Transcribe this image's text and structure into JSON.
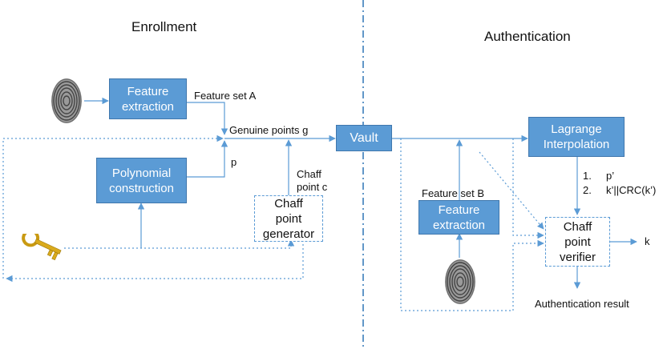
{
  "sections": {
    "enrollment": "Enrollment",
    "authentication": "Authentication"
  },
  "boxes": {
    "feature_extraction_enroll": "Feature\nextraction",
    "polynomial_construction": "Polynomial\nconstruction",
    "chaff_point_generator": "Chaff\npoint\ngenerator",
    "vault": "Vault",
    "lagrange_interpolation": "Lagrange\nInterpolation",
    "feature_extraction_auth": "Feature\nextraction",
    "chaff_point_verifier": "Chaff\npoint\nverifier"
  },
  "labels": {
    "feature_set_a": "Feature set A",
    "genuine_points_g": "Genuine points g",
    "p": "p",
    "chaff_point_c": "Chaff\npoint c",
    "feature_set_b": "Feature set B",
    "list_item_1_number": "1.",
    "list_item_1_text": "p’",
    "list_item_2_number": "2.",
    "list_item_2_text": "k’||CRC(k’)",
    "k": "k",
    "authentication_result": "Authentication result"
  },
  "colors": {
    "box_fill": "#5b9bd5",
    "box_border": "#3f77ad",
    "line": "#5b9bd5",
    "divider": "#2e75b6"
  },
  "icons": [
    "fingerprint-icon",
    "key-icon"
  ]
}
